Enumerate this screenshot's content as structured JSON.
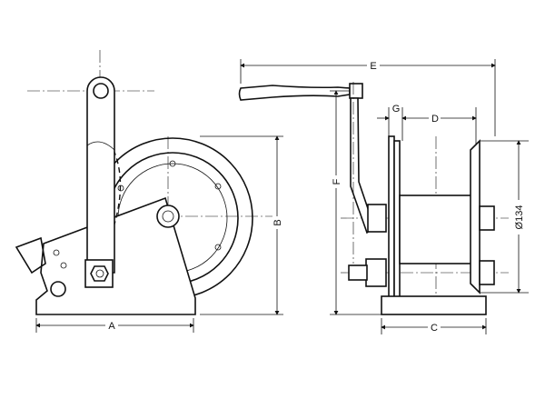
{
  "dimensions": {
    "a": "A",
    "b": "B",
    "c": "C",
    "d": "D",
    "e": "E",
    "f": "F",
    "g": "G",
    "diameter": "Ø134"
  }
}
